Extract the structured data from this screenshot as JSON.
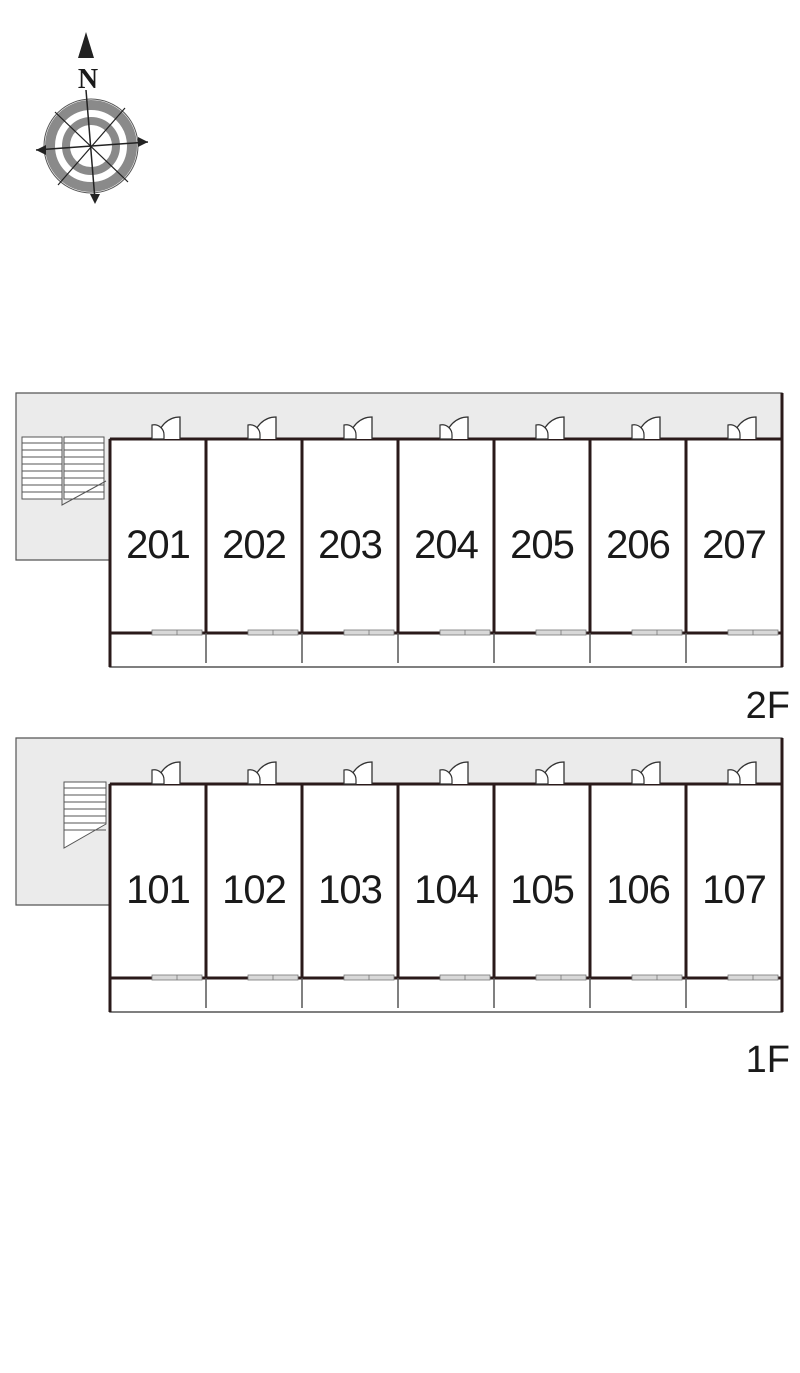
{
  "compass": {
    "north_label": "N"
  },
  "floors": [
    {
      "id": "2F",
      "label": "2F",
      "rooms": [
        "201",
        "202",
        "203",
        "204",
        "205",
        "206",
        "207"
      ],
      "stairs": "double"
    },
    {
      "id": "1F",
      "label": "1F",
      "rooms": [
        "101",
        "102",
        "103",
        "104",
        "105",
        "106",
        "107"
      ],
      "stairs": "single"
    }
  ],
  "colors": {
    "corridor": "#ebebeb",
    "wall": "#2a1a1a",
    "line": "#555555",
    "compass_ring": "#888888"
  }
}
